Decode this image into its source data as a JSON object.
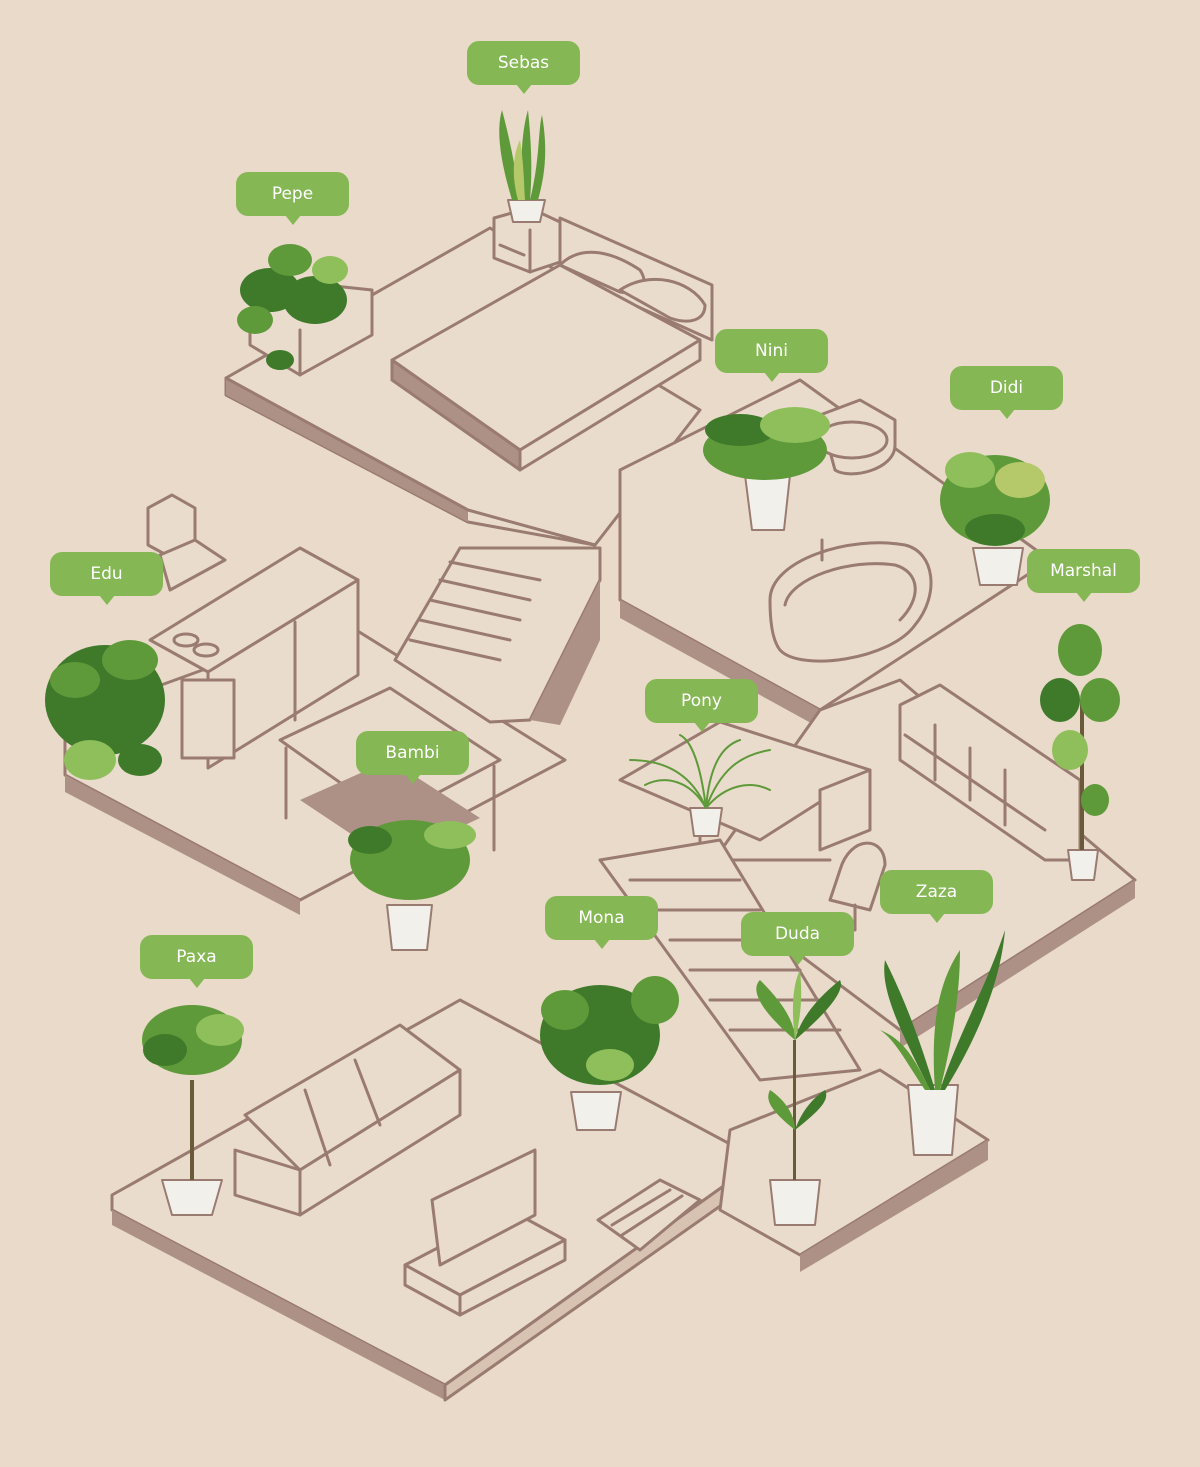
{
  "colors": {
    "background": "#e9dac9",
    "line": "#9a7b71",
    "shadow": "#ad9187",
    "fill": "#eadccc",
    "tag": "#85b754",
    "tag_text": "#ffffff",
    "leaf_dark": "#3e7a2a",
    "leaf_mid": "#5f9a3a",
    "leaf_light": "#8fbf5b",
    "pot": "#f2f0ea"
  },
  "plants": [
    {
      "name": "Sebas"
    },
    {
      "name": "Pepe"
    },
    {
      "name": "Nini"
    },
    {
      "name": "Didi"
    },
    {
      "name": "Edu"
    },
    {
      "name": "Marshal"
    },
    {
      "name": "Pony"
    },
    {
      "name": "Bambi"
    },
    {
      "name": "Mona"
    },
    {
      "name": "Zaza"
    },
    {
      "name": "Duda"
    },
    {
      "name": "Paxa"
    }
  ]
}
